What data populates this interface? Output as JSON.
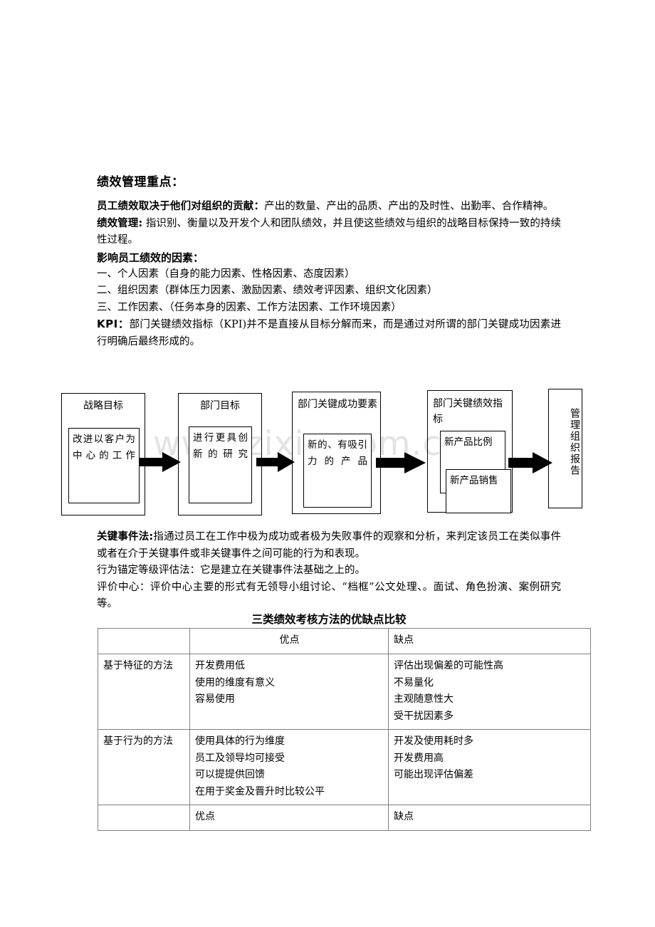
{
  "document": {
    "heading": "绩效管理重点：",
    "sections": [
      {
        "lead": "员工绩效取决于他们对组织的贡献：",
        "body": "产出的数量、产出的品质、产出的及时性、出勤率、合作精神。"
      },
      {
        "lead": "绩效管理:",
        "body": " 指识别、衡量以及开发个人和团队绩效，并且使这些绩效与组织的战略目标保持一致的持续性过程。"
      }
    ],
    "factors_heading": "影响员工绩效的因素：",
    "factors": [
      "一、个人因素（自身的能力因素、性格因素、态度因素）",
      "二、组织因素（群体压力因素、激励因素、绩效考评因素、组织文化因素）",
      "三、工作因素、（任务本身的因素、工作方法因素、工作环境因素）"
    ],
    "kpi": {
      "tag": "KPI：",
      "body": "部门关键绩效指标（KPI)并不是直接从目标分解而来，而是通过对所谓的部门关键成功因素进行明确后最终形成的。"
    },
    "watermark": "www.zixin.com.cn",
    "lower_sections": [
      {
        "lead": "关键事件法:",
        "body": "指通过员工在工作中极为成功或者极为失败事件的观察和分析，来判定该员工在类似事件或者在介于关键事件或非关键事件之间可能的行为和表现。"
      },
      {
        "lead": "",
        "body": "行为锚定等级评估法：它是建立在关键事件法基础之上的。"
      },
      {
        "lead": "",
        "body": "评价中心：评价中心主要的形式有无领导小组讨论、“档框”公文处理、。面试、角色扮演、案例研究等。"
      }
    ]
  },
  "diagram": {
    "boxes": [
      {
        "title": "战略目标",
        "inner": "改进以客户为中心的工作"
      },
      {
        "title": "部门目标",
        "inner": "进行更具创新的研究"
      },
      {
        "title": "部门关键成功要素",
        "inner": "新的、有吸引力的产品"
      },
      {
        "title": "部门关键绩效指标",
        "inner": "新产品比例",
        "inner2": "新产品销售"
      },
      {
        "title": "",
        "vertical": "管理组织报告"
      }
    ],
    "arrow_icon": "right-arrow-icon"
  },
  "table": {
    "title": "三类绩效考核方法的优缺点比较",
    "headers": [
      "",
      "优点",
      "缺点"
    ],
    "rows": [
      {
        "label": "基于特征的方法",
        "pros": [
          "开发费用低",
          "使用的维度有意义",
          "容易使用"
        ],
        "cons": [
          "评估出现偏差的可能性高",
          "不易量化",
          "主观随意性大",
          "受干扰因素多"
        ]
      },
      {
        "label": "基于行为的方法",
        "pros": [
          "使用具体的行为维度",
          "员工及领导均可接受",
          "可以提提供回馈",
          "在用于奖金及晋升时比较公平"
        ],
        "cons": [
          "开发及使用耗时多",
          "开发费用高",
          "可能出现评估偏差"
        ]
      },
      {
        "label": "",
        "pros": [
          "优点"
        ],
        "cons": [
          "缺点"
        ]
      }
    ]
  }
}
